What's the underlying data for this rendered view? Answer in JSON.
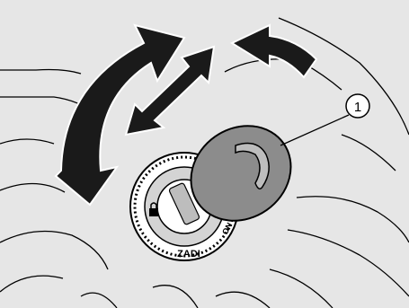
{
  "figure": {
    "callout_label": "1",
    "lock_markings": {
      "brand": "ZADI",
      "position_on": "ON"
    },
    "icons": [
      "rotation-arrow-icon",
      "lock-icon",
      "key-icon"
    ],
    "colors": {
      "background": "#e6e6e6",
      "line": "#000000",
      "arrow": "#1a1a1a",
      "key_head": "#8c8c8c",
      "lock_face": "#ffffff"
    }
  }
}
